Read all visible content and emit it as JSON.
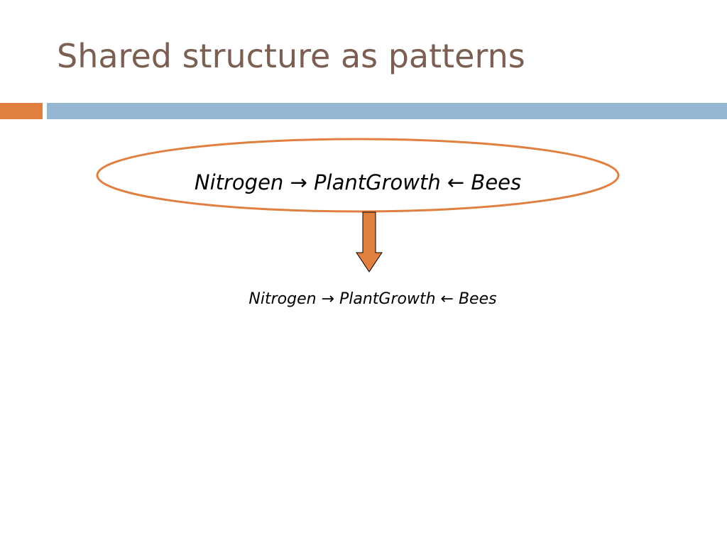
{
  "slide": {
    "title": "Shared structure as patterns"
  },
  "diagram": {
    "pattern_formula": "Nitrogen → PlantGrowth ← Bees",
    "instance_formula": "Nitrogen → PlantGrowth ← Bees"
  },
  "colors": {
    "title_text": "#7a5f52",
    "accent_orange": "#e07f3f",
    "accent_blue": "#94b6d2",
    "ellipse_stroke": "#e07f3f",
    "arrow_fill": "#e07f3f"
  }
}
